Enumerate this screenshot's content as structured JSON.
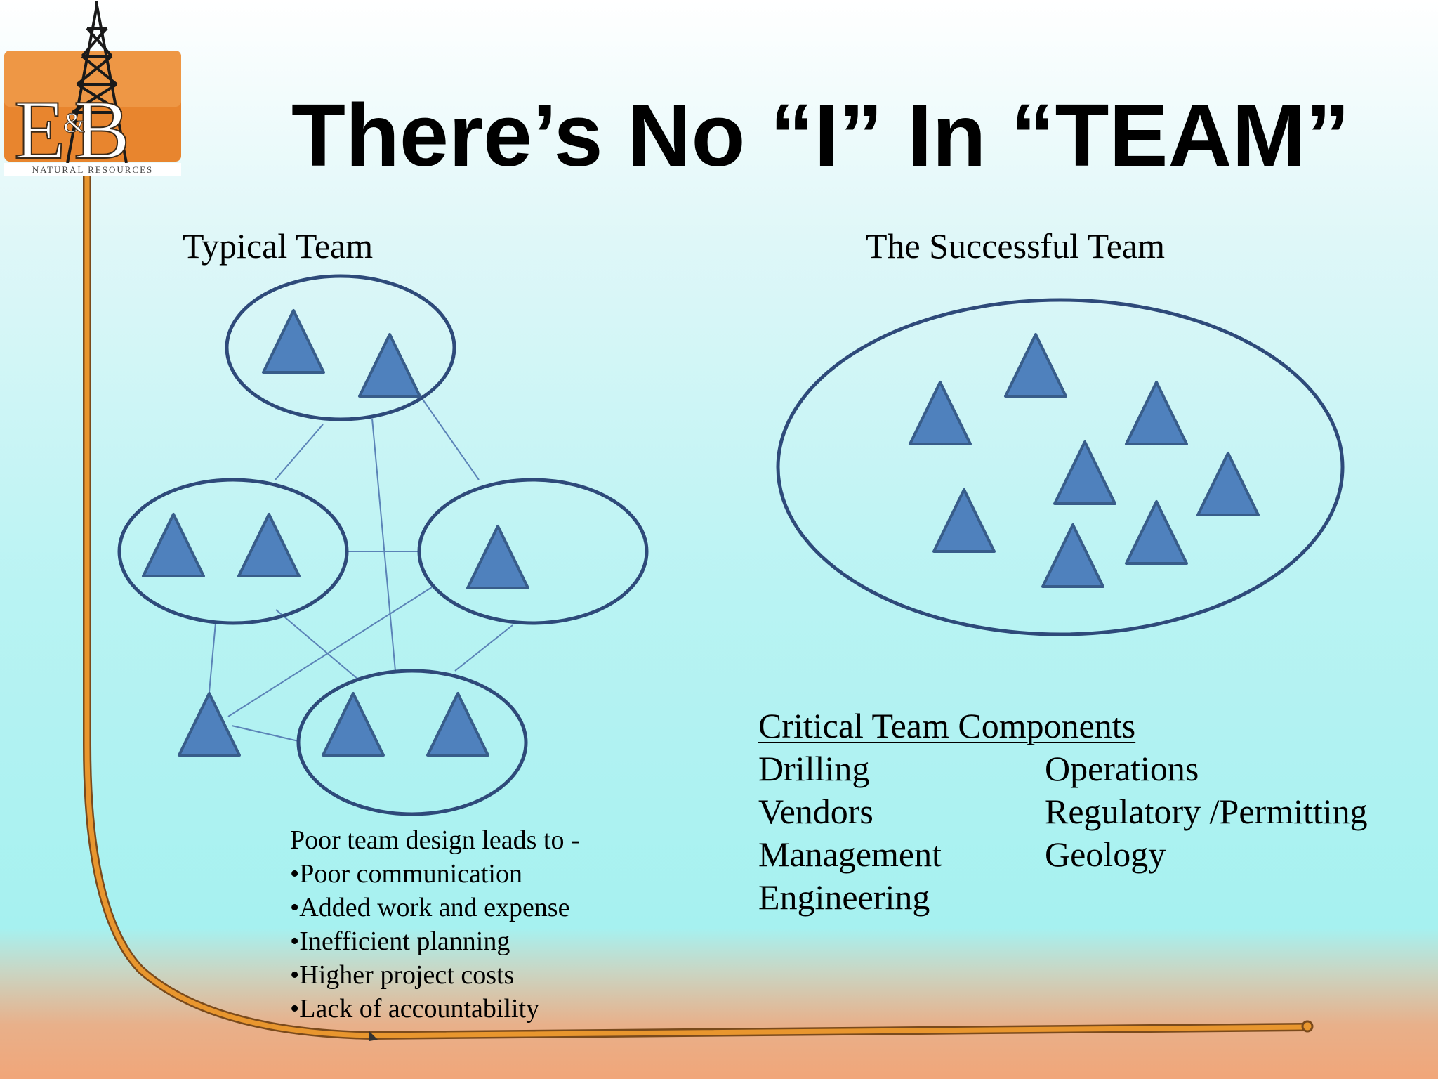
{
  "title": "There’s No “I” In “TEAM”",
  "logo": {
    "text_main": "E&B",
    "text_sub": "NATURAL RESOURCES",
    "accent_color": "#e8852e"
  },
  "typical_team": {
    "label": "Typical Team",
    "groups": [
      {
        "name": "group-top",
        "members": 2
      },
      {
        "name": "group-left",
        "members": 2
      },
      {
        "name": "group-right",
        "members": 1
      },
      {
        "name": "group-bottom",
        "members": 2
      }
    ],
    "outliers": 1,
    "summary": {
      "heading": "Poor team design leads to -",
      "points": [
        "•Poor communication",
        "•Added work and expense",
        "•Inefficient planning",
        "•Higher project costs",
        "•Lack of accountability"
      ]
    }
  },
  "successful_team": {
    "label": "The Successful Team",
    "members": 8
  },
  "components": {
    "title": "Critical Team Components",
    "column1": [
      "Drilling",
      "Vendors",
      "Management",
      "Engineering"
    ],
    "column2": [
      "Operations",
      "Regulatory /Permitting",
      "Geology"
    ]
  },
  "colors": {
    "triangle_fill": "#4f81bd",
    "triangle_stroke": "#385d8a",
    "ellipse_stroke": "#2e4a7a",
    "connector": "#5b83b7",
    "pipe": "#e8962e"
  }
}
